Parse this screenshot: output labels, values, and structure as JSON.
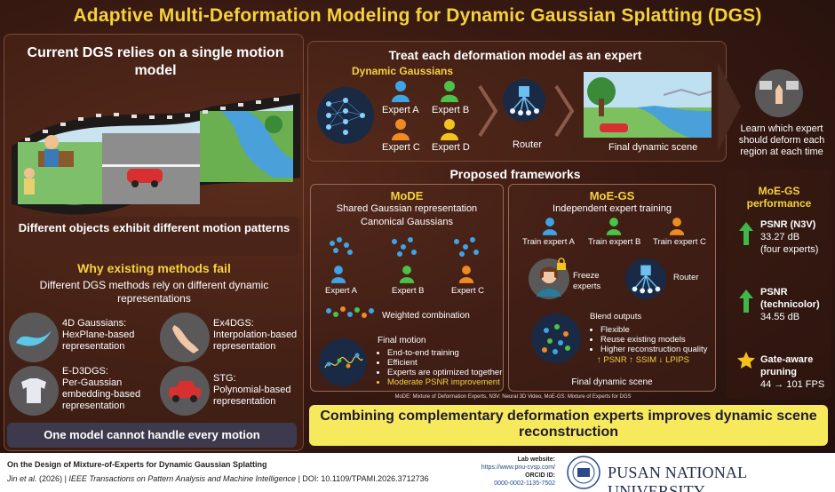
{
  "title": "Adaptive Multi-Deformation Modeling for Dynamic Gaussian Splatting (DGS)",
  "left": {
    "top_title": "Current DGS relies on a single motion model",
    "different_objects": "Different objects exhibit different motion patterns",
    "why_title": "Why existing methods fail",
    "why_sub": "Different DGS methods rely on different dynamic representations",
    "methods": [
      {
        "name": "4D Gaussians:",
        "desc": "HexPlane-based representation"
      },
      {
        "name": "Ex4DGS:",
        "desc": "Interpolation-based representation"
      },
      {
        "name": "E-D3DGS:",
        "desc": "Per-Gaussian embedding-based representation"
      },
      {
        "name": "STG:",
        "desc": "Polynomial-based representation"
      }
    ],
    "bottom": "One model cannot handle every motion"
  },
  "expert_row": {
    "title": "Treat each deformation model as an expert",
    "dynamic_gaussians": "Dynamic Gaussians",
    "experts": [
      "Expert A",
      "Expert B",
      "Expert C",
      "Expert D"
    ],
    "router": "Router",
    "final_scene": "Final dynamic scene",
    "learn": "Learn which expert should deform each region at each time"
  },
  "proposed_title": "Proposed frameworks",
  "mode": {
    "title": "MoDE",
    "sub1": "Shared Gaussian representation",
    "sub2": "Canonical Gaussians",
    "experts": [
      "Expert A",
      "Expert B",
      "Expert C"
    ],
    "weighted": "Weighted combination",
    "final_motion": "Final motion",
    "bullets": [
      "End-to-end training",
      "Efficient",
      "Experts are optimized together",
      "Moderate PSNR improvement"
    ]
  },
  "moegs": {
    "title": "MoE-GS",
    "sub": "Independent expert training",
    "train": [
      "Train expert A",
      "Train expert B",
      "Train expert C"
    ],
    "freeze": "Freeze experts",
    "router": "Router",
    "blend": "Blend outputs",
    "bullets": [
      "Flexible",
      "Reuse existing models",
      "Higher reconstruction quality"
    ],
    "metrics": "↑ PSNR ↑ SSIM ↓ LPIPS",
    "final": "Final dynamic scene"
  },
  "perf": {
    "title": "MoE-GS performance",
    "items": [
      {
        "label": "PSNR (N3V)",
        "value": "33.27 dB",
        "note": "(four experts)"
      },
      {
        "label": "PSNR (technicolor)",
        "value": "34.55 dB",
        "note": ""
      },
      {
        "label": "Gate-aware pruning",
        "value": "44 → 101 FPS",
        "note": ""
      }
    ]
  },
  "abbrev_note": "MoDE: Mixture of Deformation Experts, N3V: Neural 3D Video, MoE-GS: Mixture of Experts for DGS",
  "combine": "Combining complementary deformation experts improves dynamic scene reconstruction",
  "footer": {
    "paper_title": "On the Design of Mixture-of-Experts for Dynamic Gaussian Splatting",
    "citation_authors": "Jin et al.",
    "citation_year": "(2026) |",
    "citation_journal": "IEEE Transactions on Pattern Analysis and Machine Intelligence",
    "citation_doi": "| DOI: 10.1109/TPAMI.2026.3712736",
    "lab_label": "Lab website:",
    "lab_url": "https://www.pnu-cvsp.com/",
    "orcid_label": "ORCID ID:",
    "orcid_value": "0000-0002-1135-7502",
    "university": "PUSAN NATIONAL UNIVERSITY"
  },
  "colors": {
    "title_yellow": "#f4d23c",
    "expert_blue": "#3fa4e6",
    "expert_green": "#4cc24a",
    "expert_orange": "#f08a24",
    "expert_yellow": "#f4c21c",
    "arrow_green": "#3fb84a",
    "combine_bg": "#f7e95c"
  }
}
